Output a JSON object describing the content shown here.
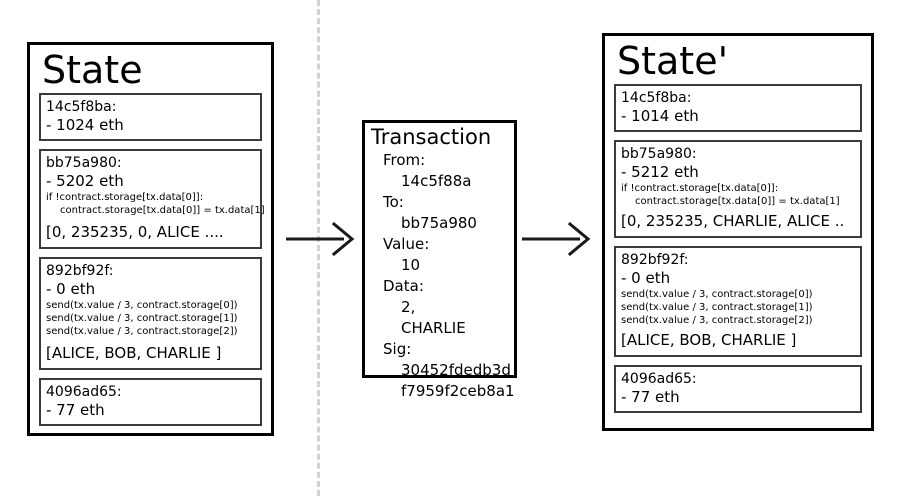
{
  "diagram": {
    "type": "state-transition",
    "divider": {
      "style": "dashed-vertical",
      "color": "#d2d2d2"
    }
  },
  "state_before": {
    "title": "State",
    "accounts": [
      {
        "address": "14c5f8ba:",
        "balance": "- 1024 eth",
        "code": [],
        "storage": null
      },
      {
        "address": "bb75a980:",
        "balance": "- 5202 eth",
        "code": [
          "if !contract.storage[tx.data[0]]:",
          "contract.storage[tx.data[0]] = tx.data[1]"
        ],
        "storage": "[0, 235235, 0, ALICE ...."
      },
      {
        "address": "892bf92f:",
        "balance": "- 0 eth",
        "code": [
          "send(tx.value / 3, contract.storage[0])",
          "send(tx.value / 3, contract.storage[1])",
          "send(tx.value / 3, contract.storage[2])"
        ],
        "storage": "[ALICE, BOB, CHARLIE ]"
      },
      {
        "address": "4096ad65:",
        "balance": "- 77 eth",
        "code": [],
        "storage": null
      }
    ]
  },
  "transaction": {
    "title": "Transaction",
    "fields": [
      {
        "key": "From:",
        "values": [
          "14c5f88a"
        ]
      },
      {
        "key": "To:",
        "values": [
          "bb75a980"
        ]
      },
      {
        "key": "Value:",
        "values": [
          "10"
        ]
      },
      {
        "key": "Data:",
        "values": [
          "2,",
          "CHARLIE"
        ]
      },
      {
        "key": "Sig:",
        "values": [
          "30452fdedb3d",
          "f7959f2ceb8a1"
        ]
      }
    ]
  },
  "state_after": {
    "title": "State'",
    "accounts": [
      {
        "address": "14c5f8ba:",
        "balance": "- 1014 eth",
        "code": [],
        "storage": null
      },
      {
        "address": "bb75a980:",
        "balance": "- 5212 eth",
        "code": [
          "if !contract.storage[tx.data[0]]:",
          "contract.storage[tx.data[0]] = tx.data[1]"
        ],
        "storage": "[0, 235235, CHARLIE, ALICE .."
      },
      {
        "address": "892bf92f:",
        "balance": "- 0 eth",
        "code": [
          "send(tx.value / 3, contract.storage[0])",
          "send(tx.value / 3, contract.storage[1])",
          "send(tx.value / 3, contract.storage[2])"
        ],
        "storage": "[ALICE, BOB, CHARLIE ]"
      },
      {
        "address": "4096ad65:",
        "balance": "- 77 eth",
        "code": [],
        "storage": null
      }
    ]
  },
  "arrows": [
    {
      "name": "arrow-state-to-transaction",
      "direction": "right"
    },
    {
      "name": "arrow-transaction-to-state-prime",
      "direction": "right"
    }
  ]
}
